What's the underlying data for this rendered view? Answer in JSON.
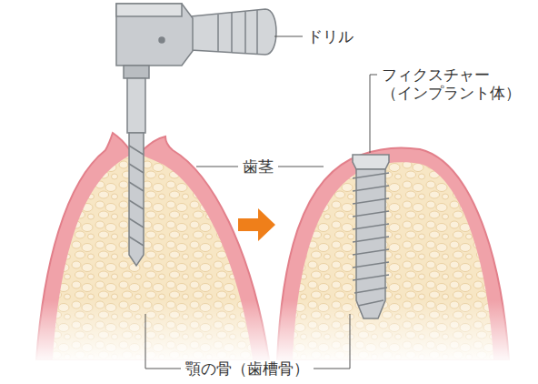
{
  "diagram": {
    "labels": [
      "ドリル",
      "フィクスチャー （インプラント体）",
      "歯茎",
      "顎の骨（歯槽骨）"
    ]
  }
}
